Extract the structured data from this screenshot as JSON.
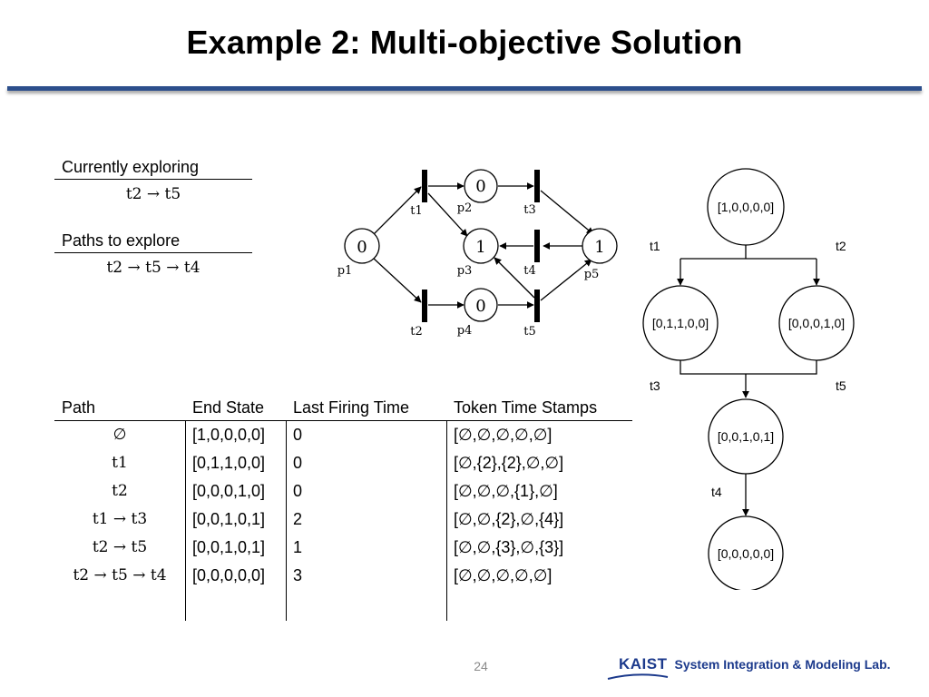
{
  "title": "Example 2: Multi-objective Solution",
  "exploring": {
    "label": "Currently exploring",
    "value": "t2 → t5"
  },
  "to_explore": {
    "label": "Paths to explore",
    "value": "t2 → t5 → t4"
  },
  "petri_net": {
    "places": [
      {
        "id": "p1",
        "tokens": "0"
      },
      {
        "id": "p2",
        "tokens": "0"
      },
      {
        "id": "p3",
        "tokens": "1"
      },
      {
        "id": "p4",
        "tokens": "0"
      },
      {
        "id": "p5",
        "tokens": "1"
      }
    ],
    "transitions": [
      "t1",
      "t2",
      "t3",
      "t4",
      "t5"
    ]
  },
  "table": {
    "headers": [
      "Path",
      "End State",
      "Last Firing Time",
      "Token Time Stamps"
    ],
    "rows": [
      [
        "∅",
        "[1,0,0,0,0]",
        "0",
        "[∅,∅,∅,∅,∅]"
      ],
      [
        "t1",
        "[0,1,1,0,0]",
        "0",
        "[∅,{2},{2},∅,∅]"
      ],
      [
        "t2",
        "[0,0,0,1,0]",
        "0",
        "[∅,∅,∅,{1},∅]"
      ],
      [
        "t1 → t3",
        "[0,0,1,0,1]",
        "2",
        "[∅,∅,{2},∅,{4}]"
      ],
      [
        "t2 → t5",
        "[0,0,1,0,1]",
        "1",
        "[∅,∅,{3},∅,{3}]"
      ],
      [
        "t2 → t5 → t4",
        "[0,0,0,0,0]",
        "3",
        "[∅,∅,∅,∅,∅]"
      ]
    ]
  },
  "tree": {
    "states": [
      "[1,0,0,0,0]",
      "[0,1,1,0,0]",
      "[0,0,0,1,0]",
      "[0,0,1,0,1]",
      "[0,0,0,0,0]"
    ],
    "edge_labels": [
      "t1",
      "t2",
      "t3",
      "t5",
      "t4"
    ]
  },
  "footer": {
    "page": "24",
    "logo": "KAIST",
    "lab": "System Integration & Modeling Lab."
  },
  "colors": {
    "rule": "#2c4f8c",
    "logo": "#1c3a8c"
  }
}
